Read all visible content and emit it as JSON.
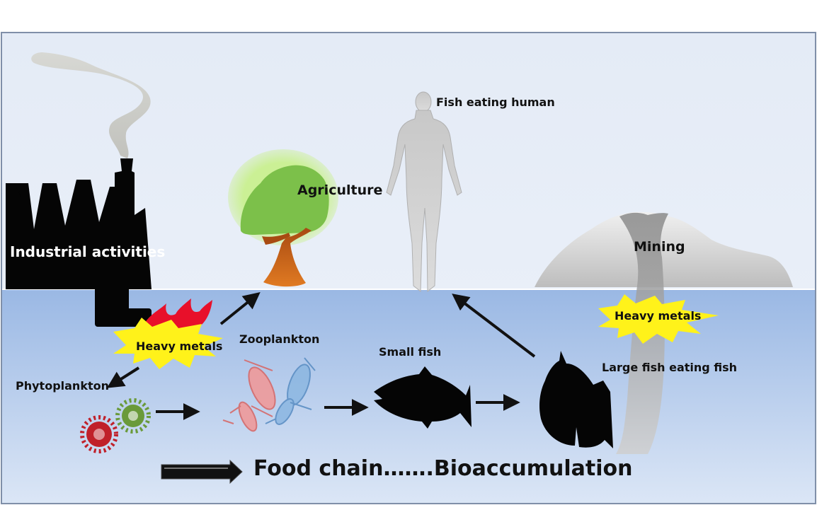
{
  "labels": {
    "industrial": "Industrial activities",
    "agriculture": "Agriculture",
    "human": "Fish eating human",
    "mining": "Mining",
    "heavy_metals_left": "Heavy metals",
    "heavy_metals_right": "Heavy metals",
    "phytoplankton": "Phytoplankton",
    "zooplankton": "Zooplankton",
    "small_fish": "Small fish",
    "large_fish": "Large fish eating fish",
    "footer": "Food chain…….Bioaccumulation"
  },
  "colors": {
    "sky": "#e6edf8",
    "water_top": "#9fbce6",
    "water_bottom": "#d7e3f5",
    "factory": "#0a0a0a",
    "flame": "#e8102a",
    "starburst": "#fff21a",
    "tree_foliage": "#78c24a",
    "trunk": "#c9601a",
    "mountain": "#d8d8d8",
    "zooplankton_red": "#e88c8c",
    "zooplankton_blue": "#7aa8d8",
    "phyto_red": "#c0202a",
    "phyto_green": "#6a9a3a"
  },
  "icons": [
    "factory-icon",
    "smoke-icon",
    "flame-icon",
    "tree-icon",
    "human-icon",
    "mountain-icon",
    "phytoplankton-icon",
    "zooplankton-icon",
    "small-fish-icon",
    "large-fish-icon"
  ]
}
